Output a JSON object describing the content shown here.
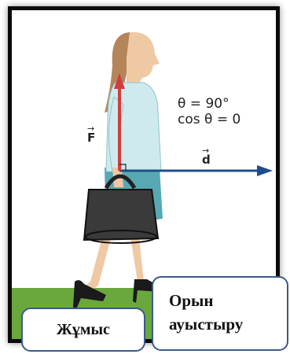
{
  "annotation": {
    "theta_line": "θ = 90°",
    "cos_line": "cos θ = 0"
  },
  "vectors": {
    "force": {
      "label": "F",
      "color": "#d23c3c"
    },
    "displacement": {
      "label": "d",
      "color": "#1f4e8c"
    }
  },
  "labels": {
    "work": "Жұмыс",
    "displacement_line1": "Орын",
    "displacement_line2": "ауыстыру"
  },
  "colors": {
    "ground": "#6aa83e",
    "frame_border": "#0a0a0a",
    "label_border": "#3b5a8a"
  }
}
